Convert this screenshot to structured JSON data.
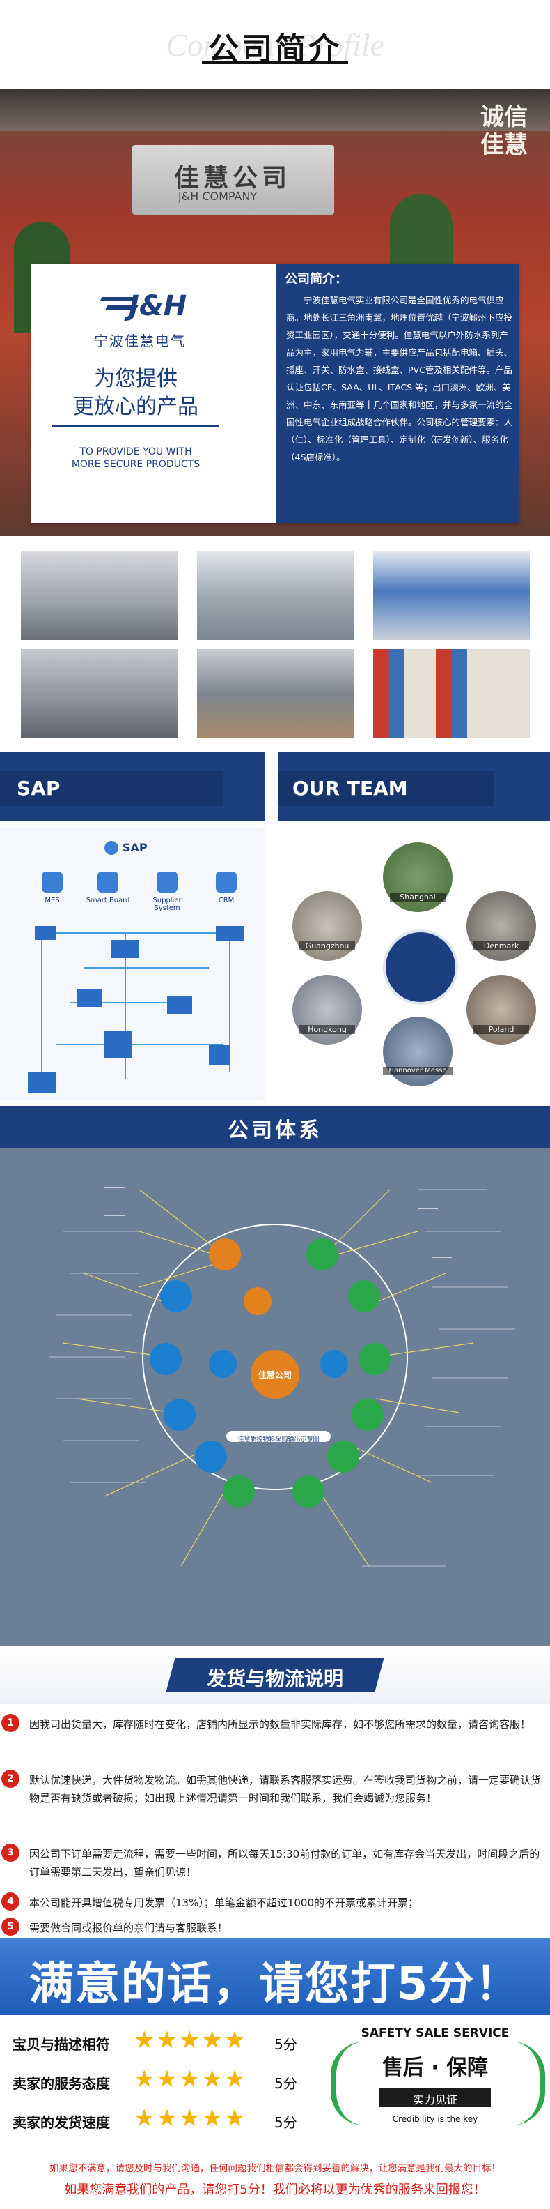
{
  "header": {
    "title": "公司简介",
    "bg_text": "Company Profile"
  },
  "hero": {
    "logo_brand": "J&H",
    "logo_text": "宁波佳慧电气",
    "slogan_line1": "为您提供",
    "slogan_line2": "更放心的产品",
    "slogan_en_line1": "TO PROVIDE YOU WITH",
    "slogan_en_line2": "MORE SECURE PRODUCTS",
    "intro_title": "公司简介：",
    "intro_text": "宁波佳慧电气实业有限公司是全国性优秀的电气供应商。地处长江三角洲南翼，地理位置优越（宁波鄞州下应投资工业园区），交通十分便利。佳慧电气以户外防水系列产品为主，家用电气为辅，主要供应产品包括配电箱、插头、插座、开关、防水盒、接线盒、PVC管及相关配件等。产品认证包括CE、SAA、UL、ITACS 等；出口澳洲、欧洲、美洲、中东、东南亚等十几个国家和地区，并与多家一流的全国性电气企业组成战略合作伙伴。公司核心的管理要素：人（仁）、标准化（管理工具）、定制化（研发创新）、服务化（4S店标准）。",
    "sign_text": "佳慧公司",
    "sign_text_en": "J&H COMPANY",
    "wall_text": "诚信佳慧"
  },
  "sap": {
    "title": "SAP",
    "logo_label": "SAP",
    "items": [
      "MES",
      "Smart Board",
      "Supplier System",
      "CRM"
    ]
  },
  "team": {
    "title": "OUR TEAM",
    "places": [
      "Shanghai",
      "Guangzhou",
      "Denmark",
      "Hongkong",
      "Poland",
      "Hannover Messe"
    ]
  },
  "system": {
    "title": "公司体系",
    "center": "佳慧公司",
    "banner": "佳慧质控物料采购输出示意图"
  },
  "shipping": {
    "title": "发货与物流说明",
    "items": [
      {
        "num": "1",
        "text": "因我司出货量大，库存随时在变化，店铺内所显示的数量非实际库存，如不够您所需求的数量，请咨询客服！"
      },
      {
        "num": "2",
        "text": "默认优速快递，大件货物发物流。如需其他快递，请联系客服落实运费。在签收我司货物之前，请一定要确认货物是否有缺货或者破损；如出现上述情况请第一时间和我们联系，我们会竭诚为您服务！"
      },
      {
        "num": "3",
        "text": "因公司下订单需要走流程，需要一些时间，所以每天15:30前付款的订单，如有库存会当天发出，时间段之后的订单需要第二天发出，望亲们见谅！"
      },
      {
        "num": "4",
        "text": "本公司能开具增值税专用发票（13%）；单笔金额不超过1000的不开票或累计开票；"
      },
      {
        "num": "5",
        "text": "需要做合同或报价单的亲们请与客服联系！"
      }
    ]
  },
  "rating": {
    "banner": "满意的话，请您打5分！",
    "rows": [
      {
        "label": "宝贝与描述相符",
        "score": "5分",
        "stars": 5
      },
      {
        "label": "卖家的服务态度",
        "score": "5分",
        "stars": 5
      },
      {
        "label": "卖家的发货速度",
        "score": "5分",
        "stars": 5
      }
    ],
    "badge_top": "SAFETY SALE SERVICE",
    "badge_main": "售后 · 保障",
    "badge_sub": "实力见证",
    "badge_en": "Credibility is the key"
  },
  "footer": {
    "line1": "如果您不满意，请您及时与我们沟通，任何问题我们相信都会得到妥善的解决，让您满意是我们最大的目标！",
    "line2": "如果您满意我们的产品，请您打5分！我们必将以更为优秀的服务来回报您！"
  },
  "colors": {
    "navy": "#1c3f80",
    "red": "#d5231b",
    "star": "#f5b400",
    "board_bg": "#6b7f96"
  }
}
